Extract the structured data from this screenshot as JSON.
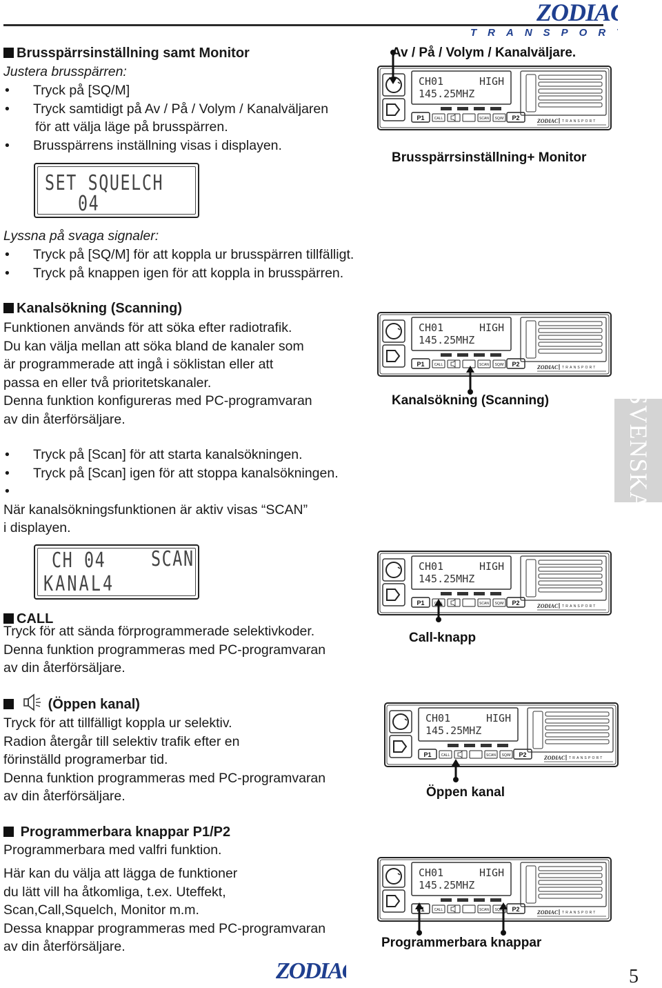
{
  "header": {
    "brand": "ZODIAC",
    "brand_sub": "TRANSPORT",
    "brand_color": "#1f3f8f"
  },
  "radio_panel": {
    "display_line1_left": "CH01",
    "display_line1_right": "HIGH",
    "display_line2": "145.25MHZ",
    "buttons": [
      "P1",
      "CALL",
      "SCAN",
      "SQ/M",
      "P2"
    ],
    "logo": "ZODIAC",
    "logo_sub": "TRANSPORT"
  },
  "sections": {
    "squelch": {
      "heading": "Brusspärrsinställning samt Monitor",
      "subheading": "Justera brusspärren:",
      "bullets": [
        "Tryck på [SQ/M]",
        "Tryck samtidigt på Av / På / Volym / Kanalväljaren",
        "Brusspärrens inställning visas i displayen."
      ],
      "bullet2_cont": "för att välja läge på brusspärren.",
      "lcd_line1": "SET SQUELCH",
      "lcd_line2": "04",
      "callout_top": "Av / På / Volym / Kanalväljare.",
      "caption": "Brusspärrsinställning+ Monitor",
      "weak_heading": "Lyssna på svaga signaler:",
      "weak_bullets": [
        "Tryck på [SQ/M] för att koppla ur brusspärren tillfälligt.",
        "Tryck på knappen igen för att koppla in brusspärren."
      ]
    },
    "scanning": {
      "heading": "Kanalsökning (Scanning)",
      "body": [
        "Funktionen används för att söka efter radiotrafik.",
        "Du kan välja mellan att söka bland de kanaler som",
        "är programmerade att ingå i söklistan eller att",
        "passa en eller två prioritetskanaler.",
        "Denna funktion konfigureras med PC-programvaran",
        "av din återförsäljare."
      ],
      "bullets": [
        "Tryck på [Scan] för att starta kanalsökningen.",
        "Tryck på [Scan]  igen för att stoppa kanalsökningen."
      ],
      "after": [
        "När kanalsökningsfunktionen är aktiv visas “SCAN”",
        "i displayen."
      ],
      "lcd_line1_left": "CH 04",
      "lcd_line1_right": "SCAN",
      "lcd_line2": "KANAL4",
      "caption": "Kanalsökning (Scanning)"
    },
    "call": {
      "heading": "CALL",
      "body": [
        "Tryck för att sända förprogrammerade selektivkoder.",
        "Denna funktion programmeras med PC-programvaran",
        "av din återförsäljare."
      ],
      "caption": "Call-knapp"
    },
    "open_channel": {
      "heading": "(Öppen kanal)",
      "body": [
        "Tryck för att tillfälligt koppla ur selektiv.",
        "Radion återgår till selektiv trafik efter en",
        "förinställd programerbar tid.",
        "Denna funktion programmeras med PC-programvaran",
        "av din återförsäljare."
      ],
      "caption": "Öppen kanal"
    },
    "programmable": {
      "heading": "Programmerbara knappar P1/P2",
      "body": [
        "Programmerbara med valfri funktion."
      ],
      "body2": [
        "Här kan du välja att lägga de funktioner",
        "du lätt vill ha åtkomliga, t.ex. Uteffekt,",
        "Scan,Call,Squelch, Monitor m.m.",
        "Dessa knappar programmeras med PC-programvaran",
        "av din återförsäljare."
      ],
      "caption": "Programmerbara knappar"
    }
  },
  "side_tab": "SVENSKA",
  "footer": {
    "logo": "ZODIAC",
    "page_number": "5"
  }
}
